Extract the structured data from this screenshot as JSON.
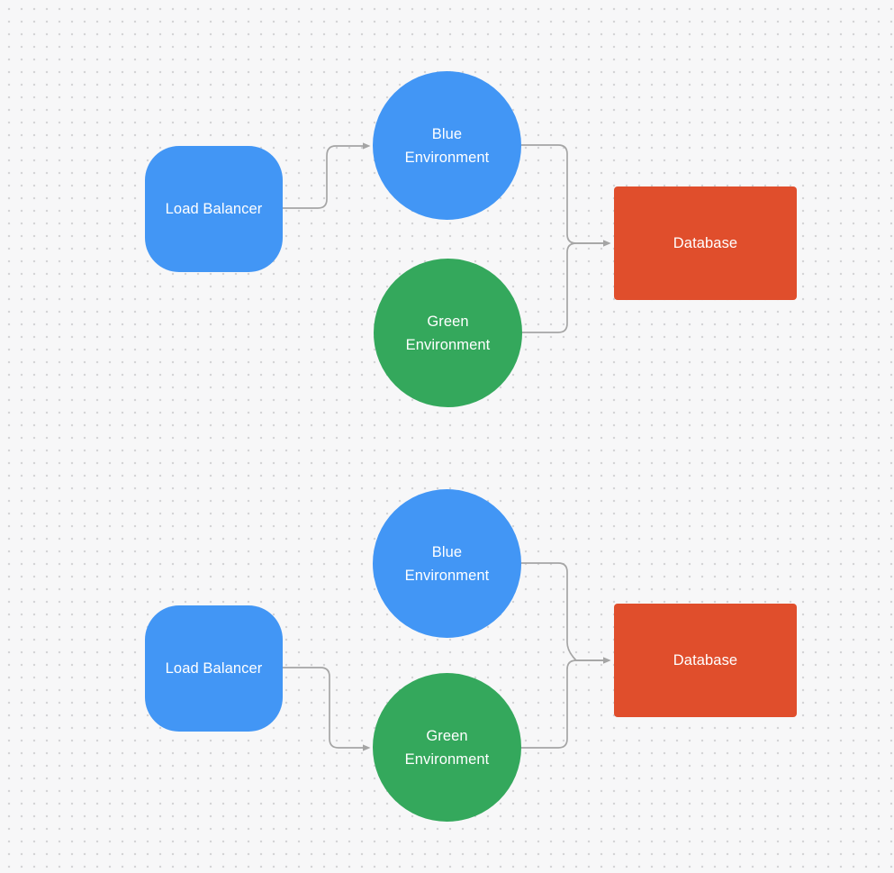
{
  "canvas": {
    "background_color": "#F7F7F8",
    "dot_grid_color": "#D2D2D5"
  },
  "colors": {
    "blue": "#4296F5",
    "green": "#34A85C",
    "orange_red": "#E04E2C",
    "connector": "#A5A5A5",
    "label_text": "#FFFFFF"
  },
  "diagrams": {
    "top": {
      "nodes": {
        "load_balancer": {
          "label": "Load Balancer",
          "shape": "rounded-square",
          "color_key": "blue"
        },
        "blue_environment": {
          "label": "Blue Environment",
          "shape": "circle",
          "color_key": "blue"
        },
        "green_environment": {
          "label": "Green Environment",
          "shape": "circle",
          "color_key": "green"
        },
        "database": {
          "label": "Database",
          "shape": "rectangle",
          "color_key": "orange_red"
        }
      },
      "edges": [
        {
          "from": "load_balancer",
          "to": "blue_environment"
        },
        {
          "from": "blue_environment",
          "to": "database"
        },
        {
          "from": "green_environment",
          "to": "database"
        }
      ]
    },
    "bottom": {
      "nodes": {
        "load_balancer": {
          "label": "Load Balancer",
          "shape": "rounded-square",
          "color_key": "blue"
        },
        "blue_environment": {
          "label": "Blue Environment",
          "shape": "circle",
          "color_key": "blue"
        },
        "green_environment": {
          "label": "Green Environment",
          "shape": "circle",
          "color_key": "green"
        },
        "database": {
          "label": "Database",
          "shape": "rectangle",
          "color_key": "orange_red"
        }
      },
      "edges": [
        {
          "from": "load_balancer",
          "to": "green_environment"
        },
        {
          "from": "blue_environment",
          "to": "database"
        },
        {
          "from": "green_environment",
          "to": "database"
        }
      ]
    }
  }
}
